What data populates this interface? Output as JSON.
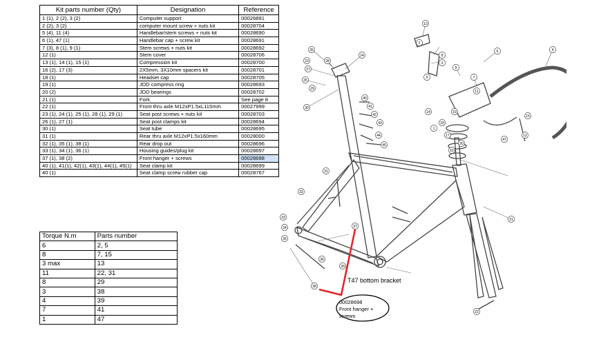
{
  "parts_table": {
    "headers": [
      "Kit parts number (Qty)",
      "Designation",
      "Reference"
    ],
    "rows": [
      [
        "1 (1), 2 (2), 3 (2)",
        "Computer support",
        "00026891"
      ],
      [
        "2 (2), 3 (2)",
        "computer mount screw + nuts kit",
        "00028704"
      ],
      [
        "5 (4), 11 (4)",
        "Handlebar/stem screws + nuts kit",
        "00028690"
      ],
      [
        "6 (1), 47 (1)",
        "Handlebar cap + screw kit",
        "00028691"
      ],
      [
        "7 (3), 8 (1), 9 (1)",
        "Stem screws + nuts kit",
        "00028692"
      ],
      [
        "12 (1)",
        "Stem cover",
        "00028706"
      ],
      [
        "13 (1), 14 (1), 15 (1)",
        "Compression kit",
        "00028700"
      ],
      [
        "16 (2), 17 (3)",
        "2X5mm, 3X10mm spacers kit",
        "00028701"
      ],
      [
        "18 (1)",
        "Headset cap",
        "00028705"
      ],
      [
        "19 (1)",
        "JDD compress ring",
        "00028693"
      ],
      [
        "20 (2)",
        "JDD bearings",
        "00028702"
      ],
      [
        "21 (1)",
        "Fork",
        "See page 8"
      ],
      [
        "22 (1)",
        "Front thru axle M12xP1.5xL115mm",
        "00027999"
      ],
      [
        "23 (1), 24 (1), 25 (1), 28 (1), 29 (1)",
        "Seat post screws + nuts kit",
        "00028703"
      ],
      [
        "26 (1), 27 (1)",
        "Seat post clamps kit",
        "00028694"
      ],
      [
        "30 (1)",
        "Seat tube",
        "00028695"
      ],
      [
        "31 (1)",
        "Rear thru axle M12xP1.5x160mm",
        "00028000"
      ],
      [
        "32 (1), 35 (1), 38 (1)",
        "Rear drop out",
        "00028696"
      ],
      [
        "33 (1), 34 (1), 36 (1)",
        "Housing guides/plug kit",
        "00028697"
      ],
      [
        "37 (1), 38 (2)",
        "Front hanger + screws",
        "00028698"
      ],
      [
        "40 (1), 41(1), 42(1), 43(1), 44(1), 45(1)",
        "Seat clamp kit",
        "00028699"
      ],
      [
        "40 (1)",
        "Seat clamp screw rubber cap",
        "00028767"
      ]
    ],
    "highlight_row": 19
  },
  "torque_table": {
    "headers": [
      "Torque N.m",
      "Parts number"
    ],
    "rows": [
      [
        "6",
        "2, 5"
      ],
      [
        "8",
        "7, 15"
      ],
      [
        "3 max",
        "13"
      ],
      [
        "11",
        "22, 31"
      ],
      [
        "8",
        "29"
      ],
      [
        "3",
        "38"
      ],
      [
        "4",
        "39"
      ],
      [
        "7",
        "41"
      ],
      [
        "1",
        "47"
      ]
    ]
  },
  "diagram": {
    "bottom_bracket_label": "T47 bottom bracket",
    "callout_lines": [
      "00028698",
      "Front hanger +",
      "screws"
    ],
    "callout_color": "#e8242a",
    "balloons": [
      "1",
      "2",
      "3",
      "4",
      "5",
      "6",
      "7",
      "8",
      "9",
      "11",
      "12",
      "13",
      "14",
      "15",
      "16",
      "17",
      "18",
      "19",
      "20",
      "21",
      "22",
      "23",
      "24",
      "25",
      "26",
      "27",
      "28",
      "29",
      "30",
      "31",
      "32",
      "33",
      "34",
      "35",
      "36",
      "37",
      "38",
      "39",
      "40",
      "41",
      "42",
      "43",
      "44",
      "45",
      "47"
    ]
  }
}
